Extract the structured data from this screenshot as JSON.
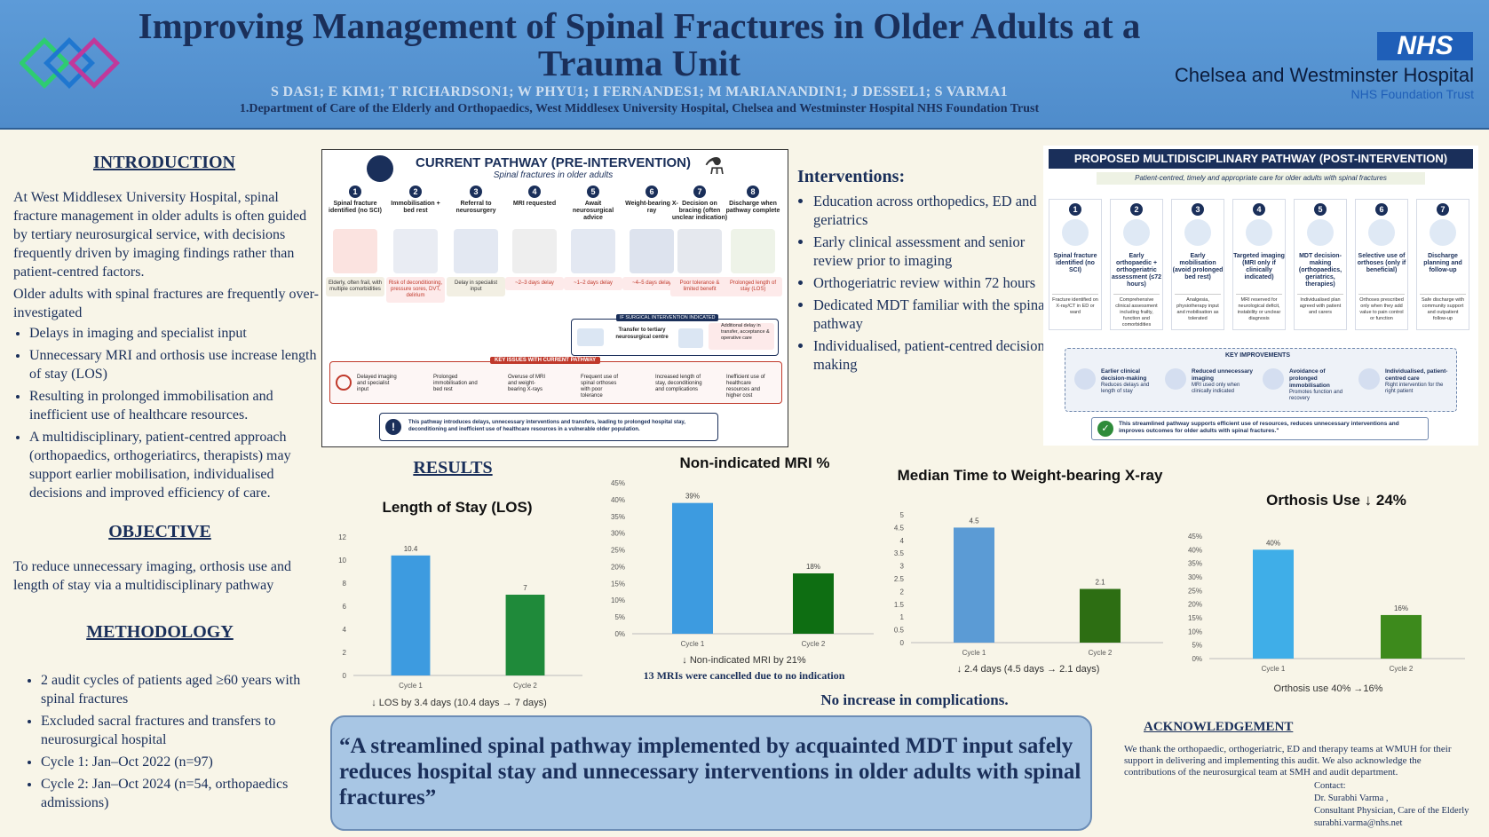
{
  "header": {
    "title": "Improving Management of Spinal Fractures in Older Adults at a Trauma Unit",
    "authors": "S DAS1; E KIM1; T RICHARDSON1; W PHYU1; I FERNANDES1; M MARIANANDIN1; J DESSEL1; S VARMA1",
    "affiliation": "1.Department of Care of the Elderly and Orthopaedics, West Middlesex University Hospital, Chelsea and Westminster Hospital NHS Foundation Trust",
    "nhs": "NHS",
    "hospital": "Chelsea and Westminster Hospital",
    "trust": "NHS Foundation Trust",
    "colors": {
      "header_bg": "#5d9bd8",
      "title": "#1a2f5a",
      "nhs_blue": "#1f5fb8"
    }
  },
  "introduction": {
    "heading": "INTRODUCTION",
    "para1": "At West Middlesex University Hospital, spinal fracture management in older adults is often guided by tertiary neurosurgical service, with decisions frequently driven by imaging findings rather than patient-centred factors.",
    "para2": "Older adults with spinal fractures are frequently over-investigated",
    "bullets": [
      "Delays in imaging and specialist input",
      "Unnecessary MRI and orthosis use increase length of stay (LOS)",
      "Resulting in prolonged immobilisation and inefficient use of healthcare resources.",
      "A multidisciplinary, patient-centred approach (orthopaedics, orthogeriatircs, therapists) may support earlier mobilisation, individualised decisions and improved efficiency of care."
    ]
  },
  "objective": {
    "heading": "OBJECTIVE",
    "text": "To reduce unnecessary imaging, orthosis use and length of stay via a multidisciplinary pathway"
  },
  "methodology": {
    "heading": "METHODOLOGY",
    "bullets": [
      "2 audit cycles of patients aged ≥60 years with spinal fractures",
      "Excluded sacral fractures and transfers to neurosurgical hospital",
      "Cycle 1: Jan–Oct 2022 (n=97)",
      "Cycle 2: Jan–Oct 2024 (n=54, orthopaedics admissions)"
    ]
  },
  "current_pathway": {
    "title": "CURRENT PATHWAY (PRE-INTERVENTION)",
    "subtitle": "Spinal fractures in older adults",
    "steps": [
      {
        "num": "1",
        "label": "Spinal fracture identified (no SCI)",
        "note": "Elderly, often frail, with multiple comorbidities",
        "icon": "spine-xray-icon"
      },
      {
        "num": "2",
        "label": "Immobilisation + bed rest",
        "note": "Risk of deconditioning, pressure sores, DVT, delirium",
        "icon": "bed-rest-icon"
      },
      {
        "num": "3",
        "label": "Referral to neurosurgery",
        "note": "Delay in specialist input",
        "icon": "doctor-computer-icon"
      },
      {
        "num": "4",
        "label": "MRI requested",
        "note": "~2–3 days delay",
        "icon": "mri-scanner-icon"
      },
      {
        "num": "5",
        "label": "Await neurosurgical advice",
        "note": "~1–2 days delay",
        "icon": "waiting-doctors-icon"
      },
      {
        "num": "6",
        "label": "Weight-bearing X-ray",
        "note": "~4–5 days delay",
        "icon": "xray-icon"
      },
      {
        "num": "7",
        "label": "Decision on bracing (often unclear indication)",
        "note": "Poor tolerance & limited benefit",
        "icon": "brace-icon"
      },
      {
        "num": "8",
        "label": "Discharge when pathway complete",
        "note": "Prolonged length of stay (LOS)",
        "icon": "home-icon"
      }
    ],
    "surgical_label": "IF SURGICAL INTERVENTION INDICATED",
    "transfer_label": "Transfer to tertiary neurosurgical centre",
    "transfer_note": "Additional delay in transfer, acceptance & operative care",
    "issues_heading": "KEY ISSUES WITH CURRENT PATHWAY",
    "issues": [
      "Delayed imaging and specialist input",
      "Prolonged immobilisation and bed rest",
      "Overuse of MRI and weight-bearing X-rays",
      "Frequent use of spinal orthoses with poor tolerance",
      "Increased length of stay, deconditioning and complications",
      "Inefficient use of healthcare resources and higher cost"
    ],
    "footer": "This pathway introduces delays, unnecessary interventions and transfers, leading to prolonged hospital stay, deconditioning and inefficient use of healthcare resources in a vulnerable older population."
  },
  "interventions": {
    "heading": "Interventions:",
    "bullets": [
      "Education across orthopedics, ED and geriatrics",
      "Early clinical assessment and senior review prior to imaging",
      "Orthogeriatric review within 72 hours",
      "Dedicated MDT familiar with the spinal pathway",
      "Individualised, patient-centred decision-making"
    ]
  },
  "proposed_pathway": {
    "title": "PROPOSED MULTIDISCIPLINARY PATHWAY (POST-INTERVENTION)",
    "subtitle": "Patient-centred, timely and appropriate care for older adults with spinal fractures",
    "steps": [
      {
        "num": "1",
        "label": "Spinal fracture identified (no SCI)",
        "note": "Fracture identified on X-ray/CT in ED or ward"
      },
      {
        "num": "2",
        "label": "Early orthopaedic + orthogeriatric assessment (≤72 hours)",
        "note": "Comprehensive clinical assessment including frailty, function and comorbidities"
      },
      {
        "num": "3",
        "label": "Early mobilisation (avoid prolonged bed rest)",
        "note": "Analgesia, physiotherapy input and mobilisation as tolerated"
      },
      {
        "num": "4",
        "label": "Targeted imaging (MRI only if clinically indicated)",
        "note": "MRI reserved for neurological deficit, instability or unclear diagnosis"
      },
      {
        "num": "5",
        "label": "MDT decision-making (orthopaedics, geriatrics, therapies)",
        "note": "Individualised plan agreed with patient and carers"
      },
      {
        "num": "6",
        "label": "Selective use of orthoses (only if beneficial)",
        "note": "Orthoses prescribed only when they add value to pain control or function"
      },
      {
        "num": "7",
        "label": "Discharge planning and follow-up",
        "note": "Safe discharge with community support and outpatient follow-up"
      }
    ],
    "improvements_heading": "KEY IMPROVEMENTS",
    "improvements": [
      {
        "title": "Earlier clinical decision-making",
        "text": "Reduces delays and length of stay"
      },
      {
        "title": "Reduced unnecessary imaging",
        "text": "MRI used only when clinically indicated"
      },
      {
        "title": "Avoidance of prolonged immobilisation",
        "text": "Promotes function and recovery"
      },
      {
        "title": "Individualised, patient-centred care",
        "text": "Right intervention for the right patient"
      }
    ],
    "footer": "This streamlined pathway supports efficient use of resources, reduces unnecessary interventions and improves outcomes for older adults with spinal fractures.\""
  },
  "results": {
    "heading": "RESULTS",
    "no_complications": "No increase in complications."
  },
  "chart_data": [
    {
      "type": "bar",
      "title": "Length of Stay (LOS)",
      "categories": [
        "Cycle 1",
        "Cycle 2"
      ],
      "values": [
        10.4,
        7
      ],
      "value_labels": [
        "10.4",
        "7"
      ],
      "yticks": [
        "0",
        "2",
        "4",
        "6",
        "8",
        "10",
        "12"
      ],
      "ylim": [
        0,
        12
      ],
      "colors": [
        "#3d9be0",
        "#1f8a3a"
      ],
      "note": "↓ LOS by 3.4 days (10.4 days → 7 days)",
      "note2": ""
    },
    {
      "type": "bar",
      "title": "Non-indicated MRI %",
      "categories": [
        "Cycle 1",
        "Cycle 2"
      ],
      "values": [
        39,
        18
      ],
      "value_labels": [
        "39%",
        "18%"
      ],
      "yticks": [
        "0%",
        "5%",
        "10%",
        "15%",
        "20%",
        "25%",
        "30%",
        "35%",
        "40%",
        "45%"
      ],
      "ylim": [
        0,
        45
      ],
      "colors": [
        "#3d9be0",
        "#0e6e12"
      ],
      "note": "↓ Non-indicated MRI by 21%",
      "note2": "13 MRIs were cancelled due to no indication"
    },
    {
      "type": "bar",
      "title": "Median Time to Weight-bearing X-ray",
      "categories": [
        "Cycle 1",
        "Cycle 2"
      ],
      "values": [
        4.5,
        2.1
      ],
      "value_labels": [
        "4.5",
        "2.1"
      ],
      "yticks": [
        "0",
        "0.5",
        "1",
        "1.5",
        "2",
        "2.5",
        "3",
        "3.5",
        "4",
        "4.5",
        "5"
      ],
      "ylim": [
        0,
        5
      ],
      "colors": [
        "#5b9bd5",
        "#2d6e13"
      ],
      "note": "↓ 2.4 days (4.5 days → 2.1 days)",
      "note2": ""
    },
    {
      "type": "bar",
      "title": "Orthosis Use ↓ 24%",
      "categories": [
        "Cycle 1",
        "Cycle 2"
      ],
      "values": [
        40,
        16
      ],
      "value_labels": [
        "40%",
        "16%"
      ],
      "yticks": [
        "0%",
        "5%",
        "10%",
        "15%",
        "20%",
        "25%",
        "30%",
        "35%",
        "40%",
        "45%"
      ],
      "ylim": [
        0,
        45
      ],
      "colors": [
        "#3faee8",
        "#3d8a1c"
      ],
      "note": "Orthosis use 40% →16%",
      "note2": ""
    }
  ],
  "conclusion": {
    "quote": "“A streamlined spinal pathway implemented by acquainted MDT input safely reduces hospital stay and unnecessary interventions  in older adults with spinal fractures”"
  },
  "acknowledgement": {
    "heading": "ACKNOWLEDGEMENT",
    "text": "We thank the orthopaedic, orthogeriatric, ED and therapy teams at WMUH for their support in delivering and implementing this audit. We also acknowledge the contributions of the neurosurgical team at SMH and audit department.",
    "contact_label": "Contact:",
    "contact_name": "Dr. Surabhi Varma ,",
    "contact_role": "Consultant Physician,  Care of the Elderly",
    "contact_email": "surabhi.varma@nhs.net"
  }
}
